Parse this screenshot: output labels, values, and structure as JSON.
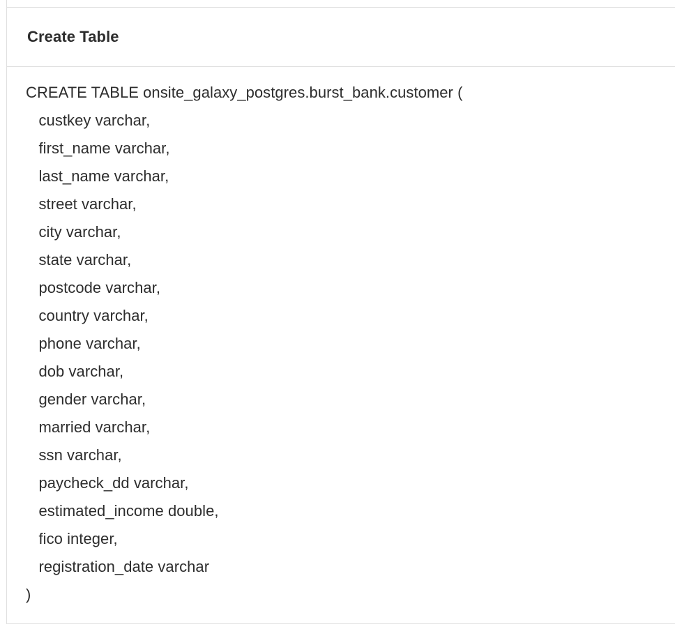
{
  "card": {
    "title": "Create Table",
    "accent_border_color": "#e0e0e0",
    "text_color": "#2d2d2d",
    "background_color": "#ffffff"
  },
  "sql": {
    "full_statement": "CREATE TABLE onsite_galaxy_postgres.burst_bank.customer (\n  custkey varchar,\n  first_name varchar,\n  last_name varchar,\n  street varchar,\n  city varchar,\n  state varchar,\n  postcode varchar,\n  country varchar,\n  phone varchar,\n  dob varchar,\n  gender varchar,\n  married varchar,\n  ssn varchar,\n  paycheck_dd varchar,\n  estimated_income double,\n  fico integer,\n  registration_date varchar\n)",
    "catalog": "onsite_galaxy_postgres",
    "schema": "burst_bank",
    "table": "customer",
    "lines": [
      "CREATE TABLE onsite_galaxy_postgres.burst_bank.customer (",
      "   custkey varchar,",
      "   first_name varchar,",
      "   last_name varchar,",
      "   street varchar,",
      "   city varchar,",
      "   state varchar,",
      "   postcode varchar,",
      "   country varchar,",
      "   phone varchar,",
      "   dob varchar,",
      "   gender varchar,",
      "   married varchar,",
      "   ssn varchar,",
      "   paycheck_dd varchar,",
      "   estimated_income double,",
      "   fico integer,",
      "   registration_date varchar",
      ")"
    ],
    "columns": [
      {
        "name": "custkey",
        "type": "varchar"
      },
      {
        "name": "first_name",
        "type": "varchar"
      },
      {
        "name": "last_name",
        "type": "varchar"
      },
      {
        "name": "street",
        "type": "varchar"
      },
      {
        "name": "city",
        "type": "varchar"
      },
      {
        "name": "state",
        "type": "varchar"
      },
      {
        "name": "postcode",
        "type": "varchar"
      },
      {
        "name": "country",
        "type": "varchar"
      },
      {
        "name": "phone",
        "type": "varchar"
      },
      {
        "name": "dob",
        "type": "varchar"
      },
      {
        "name": "gender",
        "type": "varchar"
      },
      {
        "name": "married",
        "type": "varchar"
      },
      {
        "name": "ssn",
        "type": "varchar"
      },
      {
        "name": "paycheck_dd",
        "type": "varchar"
      },
      {
        "name": "estimated_income",
        "type": "double"
      },
      {
        "name": "fico",
        "type": "integer"
      },
      {
        "name": "registration_date",
        "type": "varchar"
      }
    ]
  }
}
